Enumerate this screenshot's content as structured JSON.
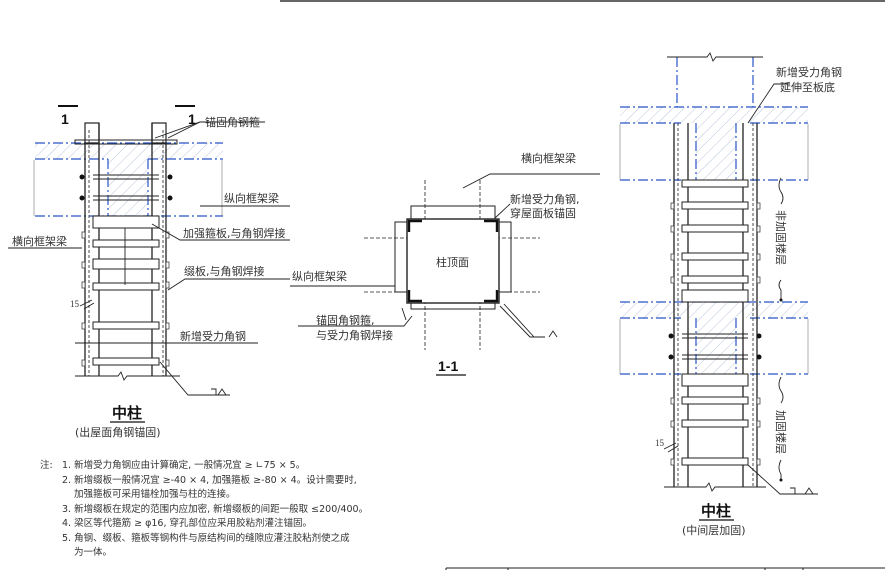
{
  "left_figure": {
    "section_mark_left": "1",
    "section_mark_right": "1",
    "labels": {
      "anchor_angle_hoop": "锚固角钢箍",
      "longitudinal_beam": "纵向框架梁",
      "transverse_beam": "横向框架梁",
      "reinforcing_hoop_plate": "加强箍板,与角钢焊接",
      "batten_plate": "缀板,与角钢焊接",
      "new_angle_steel": "新增受力角钢",
      "dim_15": "15"
    },
    "title": "中柱",
    "subtitle": "(出屋面角钢锚固)"
  },
  "section_figure": {
    "labels": {
      "transverse_beam": "横向框架梁",
      "new_angle_line1": "新增受力角钢,",
      "new_angle_line2": "穿屋面板锚固",
      "column_top": "柱顶面",
      "longitudinal_beam": "纵向框架梁",
      "anchor_hoop_line1": "锚固角钢箍,",
      "anchor_hoop_line2": "与受力角钢焊接"
    },
    "title": "1-1"
  },
  "right_figure": {
    "labels": {
      "new_angle_line1": "新增受力角钢",
      "new_angle_line2": "延伸至板底",
      "non_reinforced_floor": "非加固楼层",
      "reinforced_floor": "加固楼层",
      "dim_15": "15"
    },
    "title": "中柱",
    "subtitle": "(中间层加固)"
  },
  "notes": {
    "prefix": "注:",
    "items": [
      "1. 新增受力角钢应由计算确定, 一般情况宜 ≥ ∟75 × 5。",
      "2. 新增缀板一般情况宜 ≥-40 × 4, 加强箍板 ≥-80 × 4。设计需要时,",
      "加强箍板可采用锚栓加强与柱的连接。",
      "3. 新增缀板在规定的范围内应加密, 新增缀板的间距一般取 ≤200/400。",
      "4. 梁区等代箍筋 ≥ φ16, 穿孔部位应采用胶粘剂灌注锚固。",
      "5. 角钢、缀板、箍板等钢构件与原结构间的缝隙应灌注胶粘剂使之成",
      "为一体。"
    ]
  },
  "colors": {
    "line": "#222222",
    "blue_dash": "#2a55c8",
    "hatch": "#9aa8c8"
  }
}
